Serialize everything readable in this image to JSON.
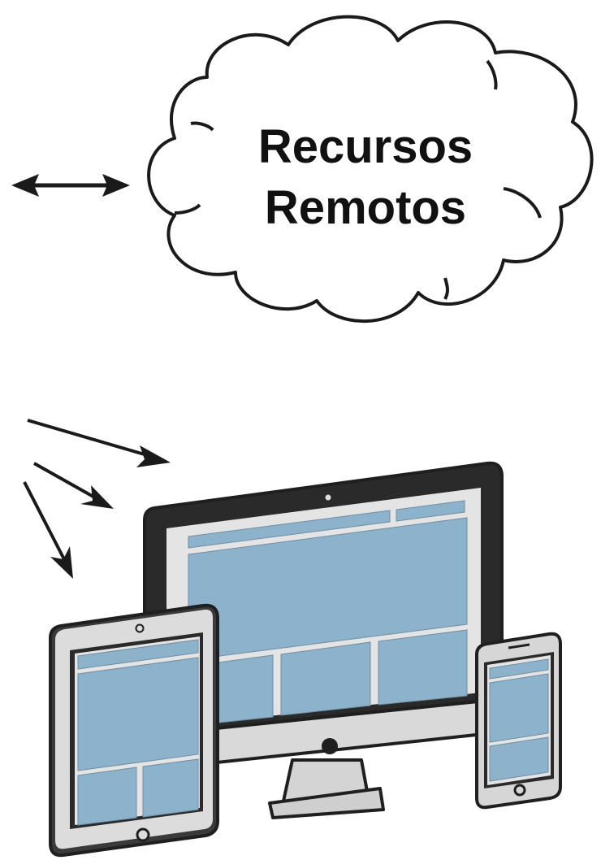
{
  "cloud": {
    "line1": "Recursos",
    "line2": "Remotos"
  },
  "connections": {
    "cloud_link": "bidirectional",
    "device_arrows": [
      "monitor",
      "monitor",
      "tablet"
    ]
  },
  "devices": [
    "desktop-monitor",
    "tablet",
    "smartphone"
  ],
  "colors": {
    "outline": "#1f1f1f",
    "bezel": "#2a2a2a",
    "casing": "#d9d9d9",
    "screen_panel": "#8db3cc",
    "screen_light": "#c8dbe7",
    "background": "#ffffff"
  }
}
